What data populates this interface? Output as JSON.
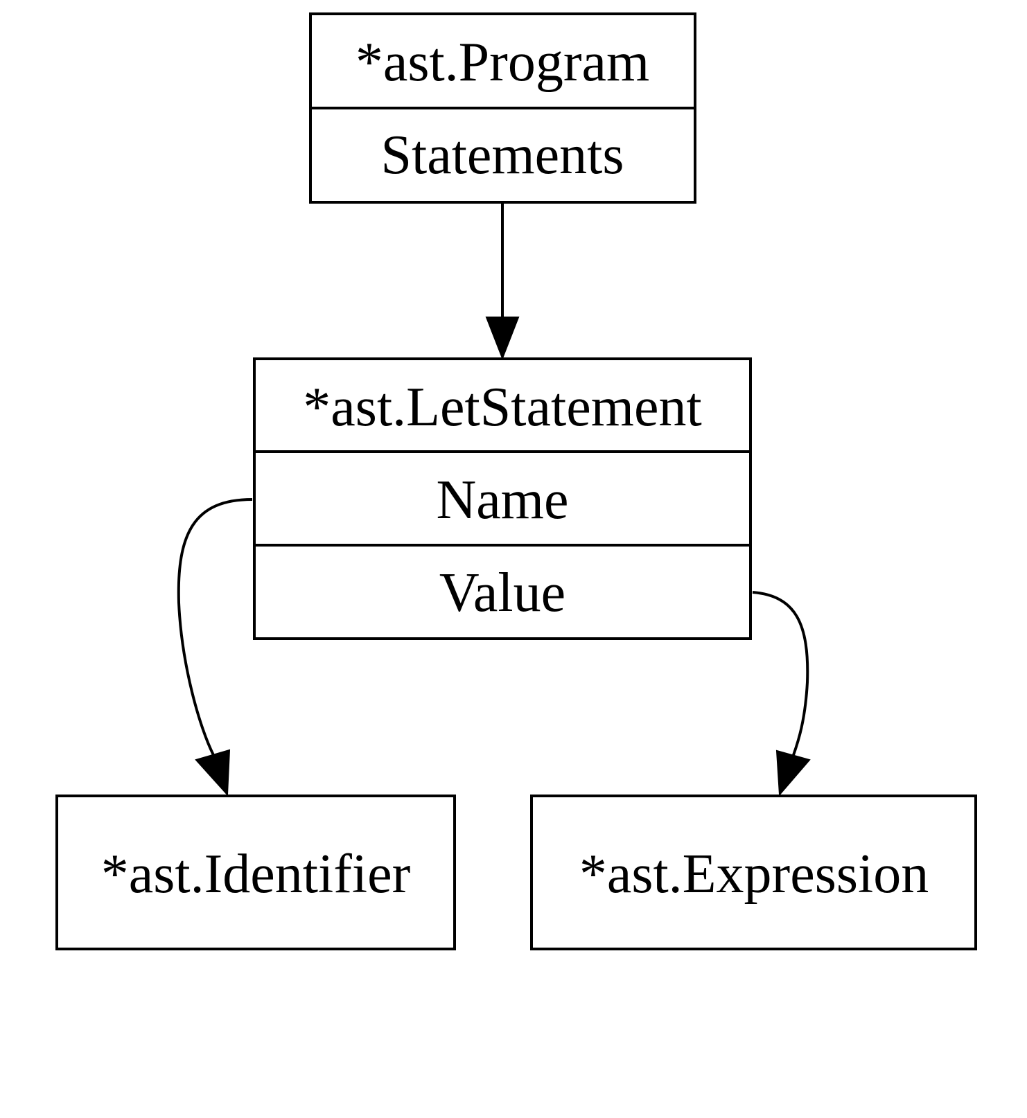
{
  "nodes": {
    "program": {
      "title": "*ast.Program",
      "fields": [
        "Statements"
      ]
    },
    "let_statement": {
      "title": "*ast.LetStatement",
      "fields": [
        "Name",
        "Value"
      ]
    },
    "identifier": {
      "title": "*ast.Identifier"
    },
    "expression": {
      "title": "*ast.Expression"
    }
  },
  "edges": [
    {
      "from": "program.Statements",
      "to": "let_statement"
    },
    {
      "from": "let_statement.Name",
      "to": "identifier"
    },
    {
      "from": "let_statement.Value",
      "to": "expression"
    }
  ]
}
